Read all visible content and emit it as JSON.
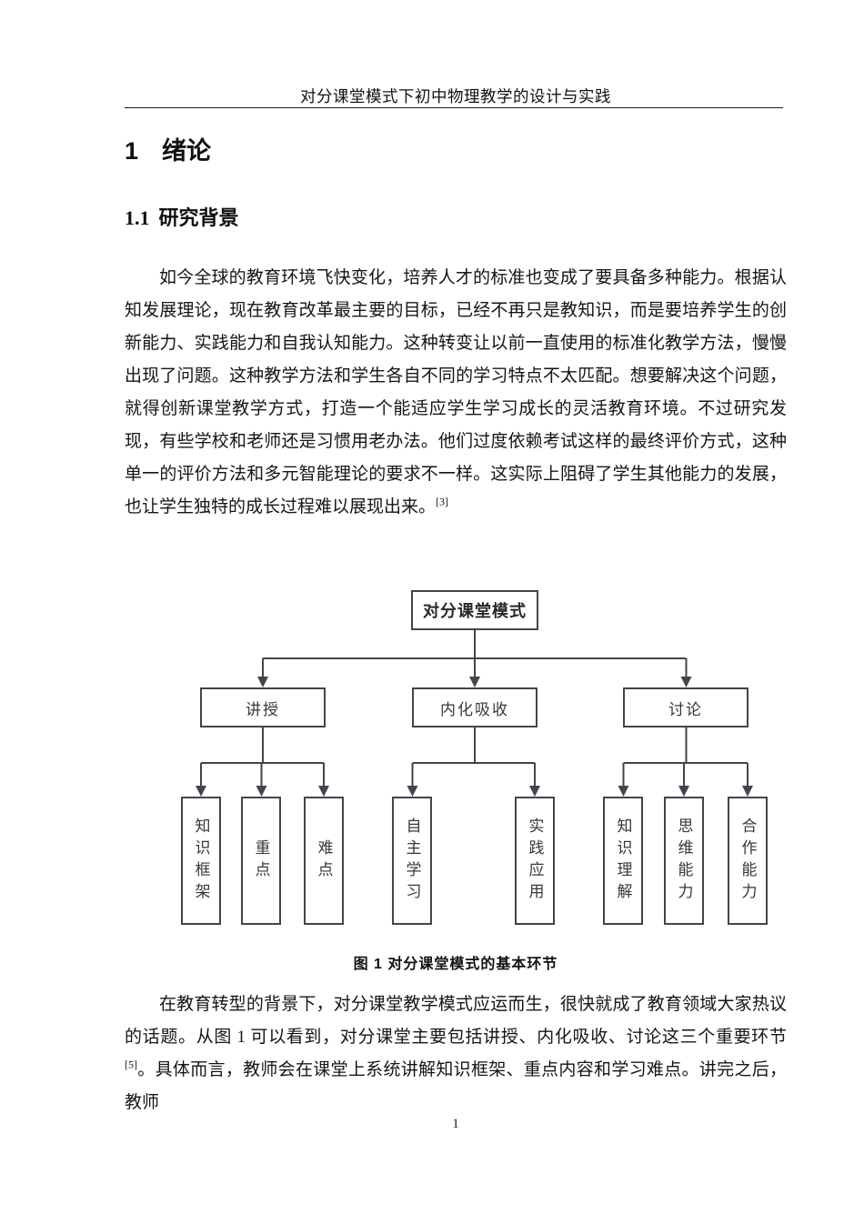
{
  "header": {
    "title": "对分课堂模式下初中物理教学的设计与实践"
  },
  "headings": {
    "chapter_number": "1",
    "chapter_title": "绪论",
    "section_number": "1.1",
    "section_title": "研究背景"
  },
  "paragraphs": {
    "p1_text": "如今全球的教育环境飞快变化，培养人才的标准也变成了要具备多种能力。根据认知发展理论，现在教育改革最主要的目标，已经不再只是教知识，而是要培养学生的创新能力、实践能力和自我认知能力。这种转变让以前一直使用的标准化教学方法，慢慢出现了问题。这种教学方法和学生各自不同的学习特点不太匹配。想要解决这个问题，就得创新课堂教学方式，打造一个能适应学生学习成长的灵活教育环境。不过研究发现，有些学校和老师还是习惯用老办法。他们过度依赖考试这样的最终评价方式，这种单一的评价方法和多元智能理论的要求不一样。这实际上阻碍了学生其他能力的发展，也让学生独特的成长过程难以展现出来。",
    "p1_citation": "[3]",
    "p2_part1": "在教育转型的背景下，对分课堂教学模式应运而生，很快就成了教育领域大家热议的话题。从图 1 可以看到，对分课堂主要包括讲授、内化吸收、讨论这三个重要环节",
    "p2_citation": "[5]",
    "p2_part2": "。具体而言，教师会在课堂上系统讲解知识框架、重点内容和学习难点。讲完之后，教师"
  },
  "figure": {
    "root": "对分课堂模式",
    "branches": [
      {
        "label": "讲授",
        "children": [
          "知识框架",
          "重点",
          "难点"
        ]
      },
      {
        "label": "内化吸收",
        "children": [
          "自主学习",
          "实践应用"
        ]
      },
      {
        "label": "讨论",
        "children": [
          "知识理解",
          "思维能力",
          "合作能力"
        ]
      }
    ],
    "caption": "图 1  对分课堂模式的基本环节"
  },
  "page": {
    "number": "1"
  },
  "colors": {
    "connector_line": "#41454c",
    "body_text": "#141517"
  }
}
